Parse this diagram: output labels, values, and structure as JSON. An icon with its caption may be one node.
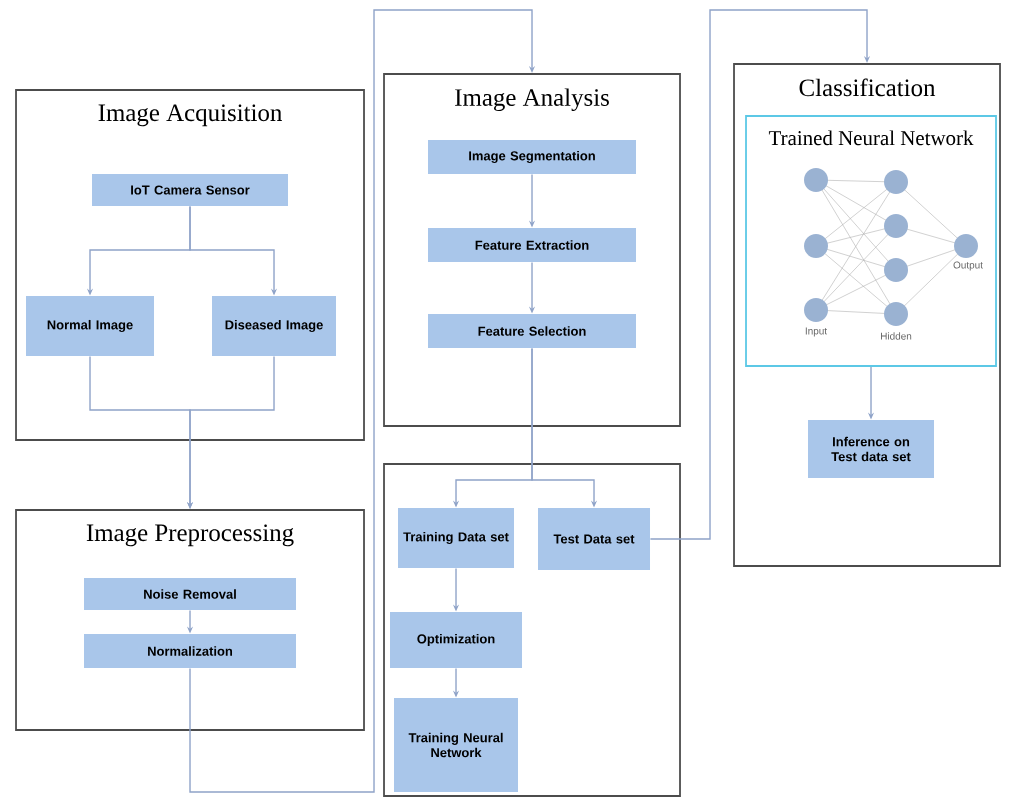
{
  "diagram": {
    "nodes": [
      {
        "text": [
          "Image Acquisition"
        ]
      },
      {
        "text": [
          "IoT Camera Sensor"
        ],
        "in": 0
      },
      {
        "text": [
          "Normal Image"
        ],
        "in": 0
      },
      {
        "text": [
          "Diseased Image"
        ],
        "in": 0
      },
      {
        "text": [
          "Image Preprocessing"
        ]
      },
      {
        "text": [
          "Noise Removal"
        ],
        "in": 4
      },
      {
        "text": [
          "Normalization"
        ],
        "in": 4
      },
      {
        "text": [
          "Image Analysis"
        ]
      },
      {
        "text": [
          "Image Segmentation"
        ],
        "in": 7
      },
      {
        "text": [
          "Feature Extraction"
        ],
        "in": 7
      },
      {
        "text": [
          "Feature Selection"
        ],
        "in": 7
      },
      {
        "text": [],
        "shape": "box"
      },
      {
        "text": [
          "Training Data set"
        ],
        "in": 11
      },
      {
        "text": [
          "Test Data set"
        ],
        "in": 11
      },
      {
        "text": [
          "Optimization"
        ],
        "in": 11
      },
      {
        "text": [
          "Training Neural Network"
        ],
        "in": 11
      },
      {
        "text": [
          "Classification"
        ]
      },
      {
        "text": [
          "Trained Neural Network"
        ],
        "in": 16
      },
      {
        "text": [
          "Inference on Test data set"
        ],
        "in": 16
      }
    ],
    "edges": [
      {
        "from": 1,
        "to": 2,
        "arrow": "to"
      },
      {
        "from": 1,
        "to": 3,
        "arrow": "to"
      },
      {
        "from": 2,
        "to": 4,
        "arrow": "to"
      },
      {
        "from": 3,
        "to": 4,
        "arrow": "to"
      },
      {
        "from": 5,
        "to": 6,
        "arrow": "to"
      },
      {
        "from": 6,
        "to": 7,
        "arrow": "to"
      },
      {
        "from": 8,
        "to": 9,
        "arrow": "to"
      },
      {
        "from": 9,
        "to": 10,
        "arrow": "to"
      },
      {
        "from": 10,
        "to": 12,
        "arrow": "to"
      },
      {
        "from": 10,
        "to": 13,
        "arrow": "to"
      },
      {
        "from": 12,
        "to": 14,
        "arrow": "to"
      },
      {
        "from": 14,
        "to": 15,
        "arrow": "to"
      },
      {
        "from": 13,
        "to": 16,
        "arrow": "to"
      },
      {
        "from": 17,
        "to": 18,
        "arrow": "to"
      }
    ],
    "labels": [
      "Input",
      "Hidden",
      "Output"
    ]
  }
}
